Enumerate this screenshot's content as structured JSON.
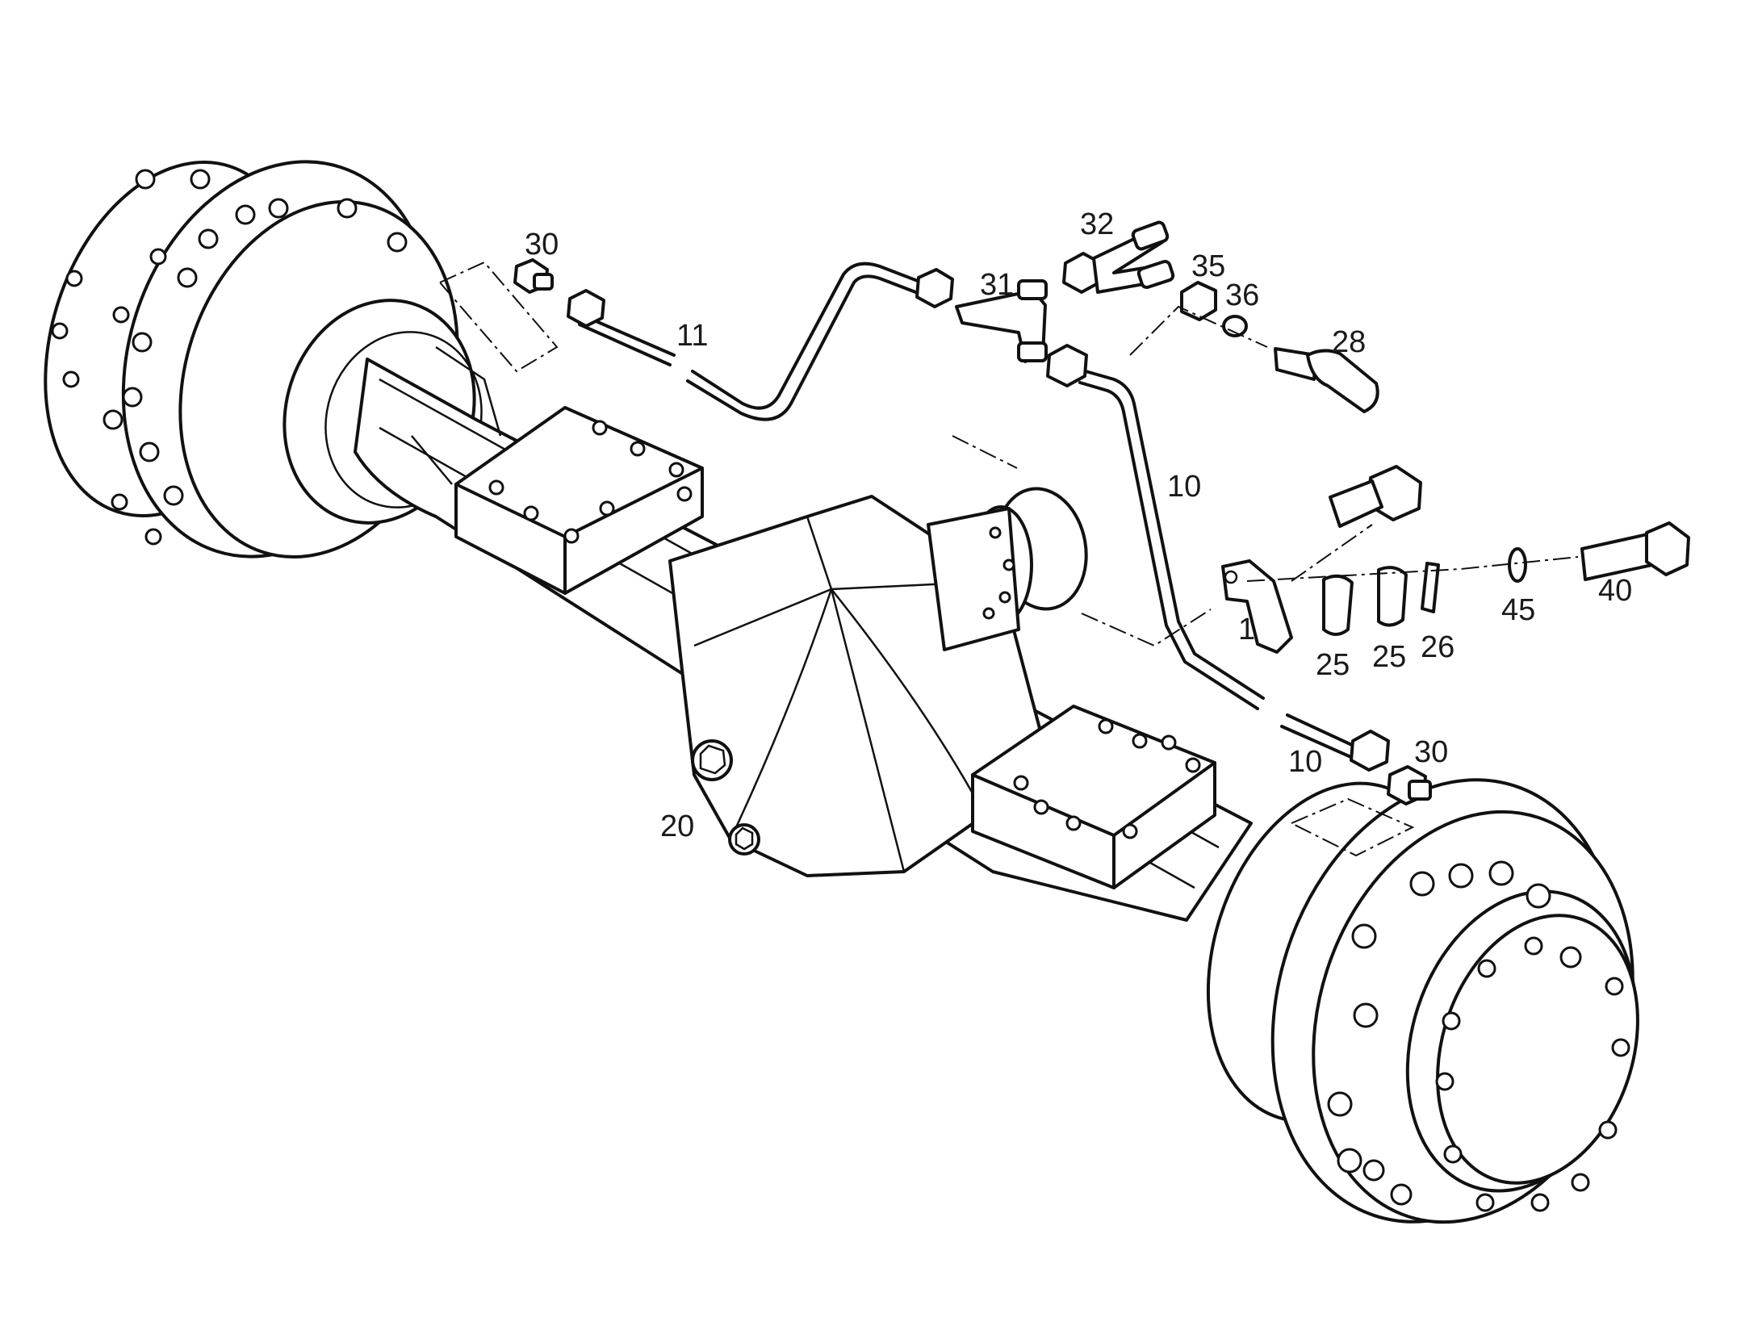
{
  "diagram": {
    "callouts": [
      {
        "id": "c30a",
        "text": "30"
      },
      {
        "id": "c11",
        "text": "11"
      },
      {
        "id": "c32",
        "text": "32"
      },
      {
        "id": "c31",
        "text": "31"
      },
      {
        "id": "c35",
        "text": "35"
      },
      {
        "id": "c36",
        "text": "36"
      },
      {
        "id": "c28",
        "text": "28"
      },
      {
        "id": "c10a",
        "text": "10"
      },
      {
        "id": "c40",
        "text": "40"
      },
      {
        "id": "c45",
        "text": "45"
      },
      {
        "id": "c1",
        "text": "1"
      },
      {
        "id": "c25a",
        "text": "25"
      },
      {
        "id": "c25b",
        "text": "25"
      },
      {
        "id": "c26",
        "text": "26"
      },
      {
        "id": "c10b",
        "text": "10"
      },
      {
        "id": "c30b",
        "text": "30"
      },
      {
        "id": "c20",
        "text": "20"
      }
    ]
  }
}
